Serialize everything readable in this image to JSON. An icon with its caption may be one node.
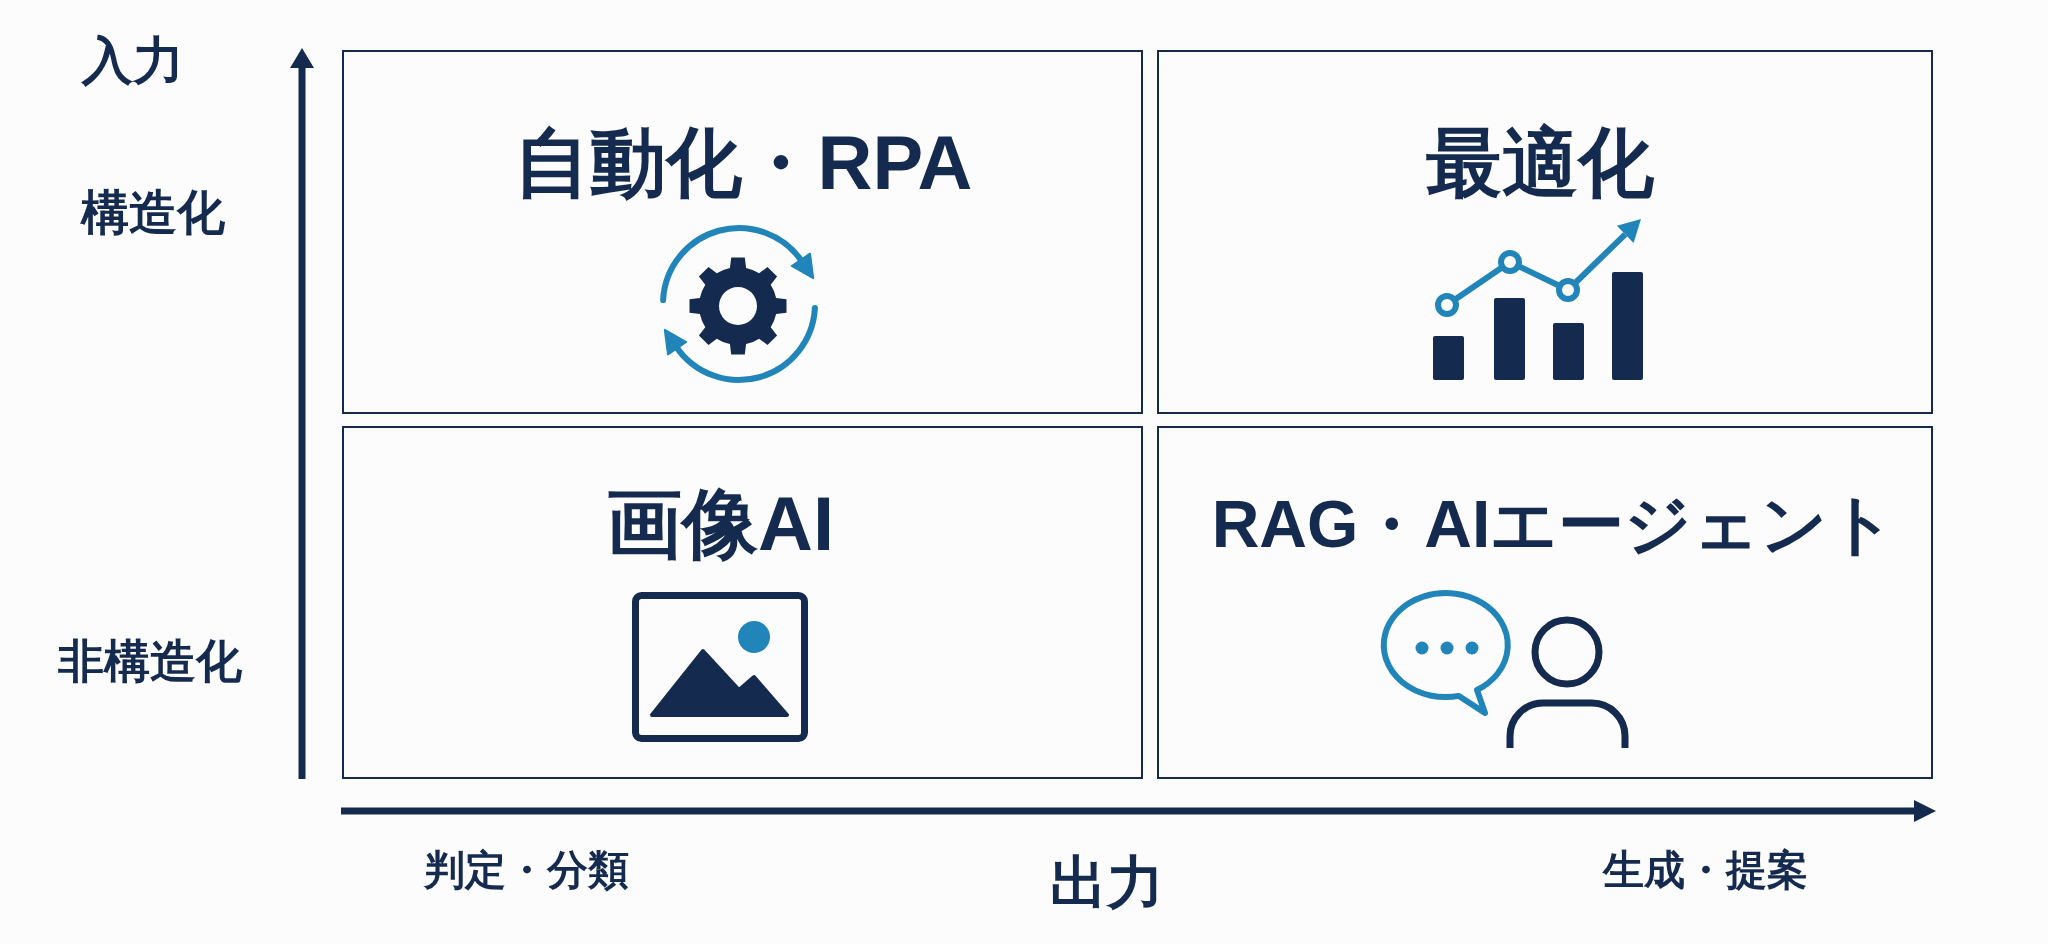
{
  "diagram": {
    "nodes": [
      {
        "text": [
          "自動化・RPA"
        ]
      },
      {
        "text": [
          "最適化"
        ]
      },
      {
        "text": [
          "画像AI"
        ]
      },
      {
        "text": [
          "RAG・AIエージェント"
        ]
      }
    ],
    "labels": [
      "入力",
      "構造化",
      "非構造化",
      "判定・分類",
      "出力",
      "生成・提案"
    ]
  }
}
